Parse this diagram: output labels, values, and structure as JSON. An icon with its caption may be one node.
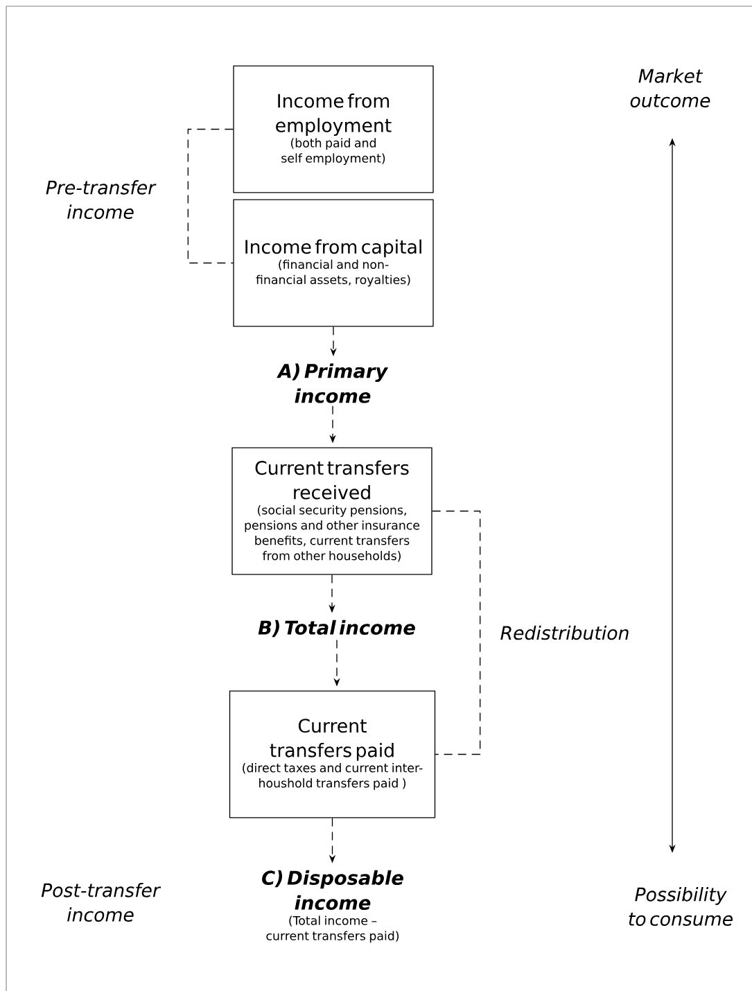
{
  "diagram": {
    "nodes": [
      {
        "text": [
          "Income from employment",
          "(both paid and self employment)"
        ]
      },
      {
        "text": [
          "Income from capital",
          "(financial and non-financial assets, royalties)"
        ]
      },
      {
        "text": [
          "A) Primary income"
        ]
      },
      {
        "text": [
          "Current transfers received",
          "(social security pensions, pensions and other insurance benefits, current transfers from other households)"
        ]
      },
      {
        "text": [
          "B) Total income"
        ]
      },
      {
        "text": [
          "Current transfers paid",
          "(direct taxes and current inter-houshold transfers paid )"
        ]
      },
      {
        "text": [
          "C) Disposable income",
          "(Total income – current transfers paid)"
        ]
      },
      {
        "text": [
          "Market outcome"
        ]
      },
      {
        "text": [
          "Possibility to consume"
        ]
      }
    ],
    "edges": [
      {
        "from": 1,
        "to": 2,
        "arrow": "to",
        "style": "dashed"
      },
      {
        "from": 2,
        "to": 3,
        "arrow": "to",
        "style": "dashed"
      },
      {
        "from": 3,
        "to": 4,
        "arrow": "to",
        "style": "dashed"
      },
      {
        "from": 4,
        "to": 5,
        "arrow": "to",
        "style": "dashed"
      },
      {
        "from": 5,
        "to": 6,
        "arrow": "to",
        "style": "dashed"
      },
      {
        "from": 0,
        "to": 1,
        "arrow": "none",
        "style": "dashed",
        "label": "Pre-transfer income"
      },
      {
        "from": 3,
        "to": 5,
        "arrow": "none",
        "style": "dashed",
        "label": "Redistribution"
      },
      {
        "from": 7,
        "to": 8,
        "arrow": "both"
      }
    ],
    "labels": [
      "Post-transfer income"
    ]
  }
}
